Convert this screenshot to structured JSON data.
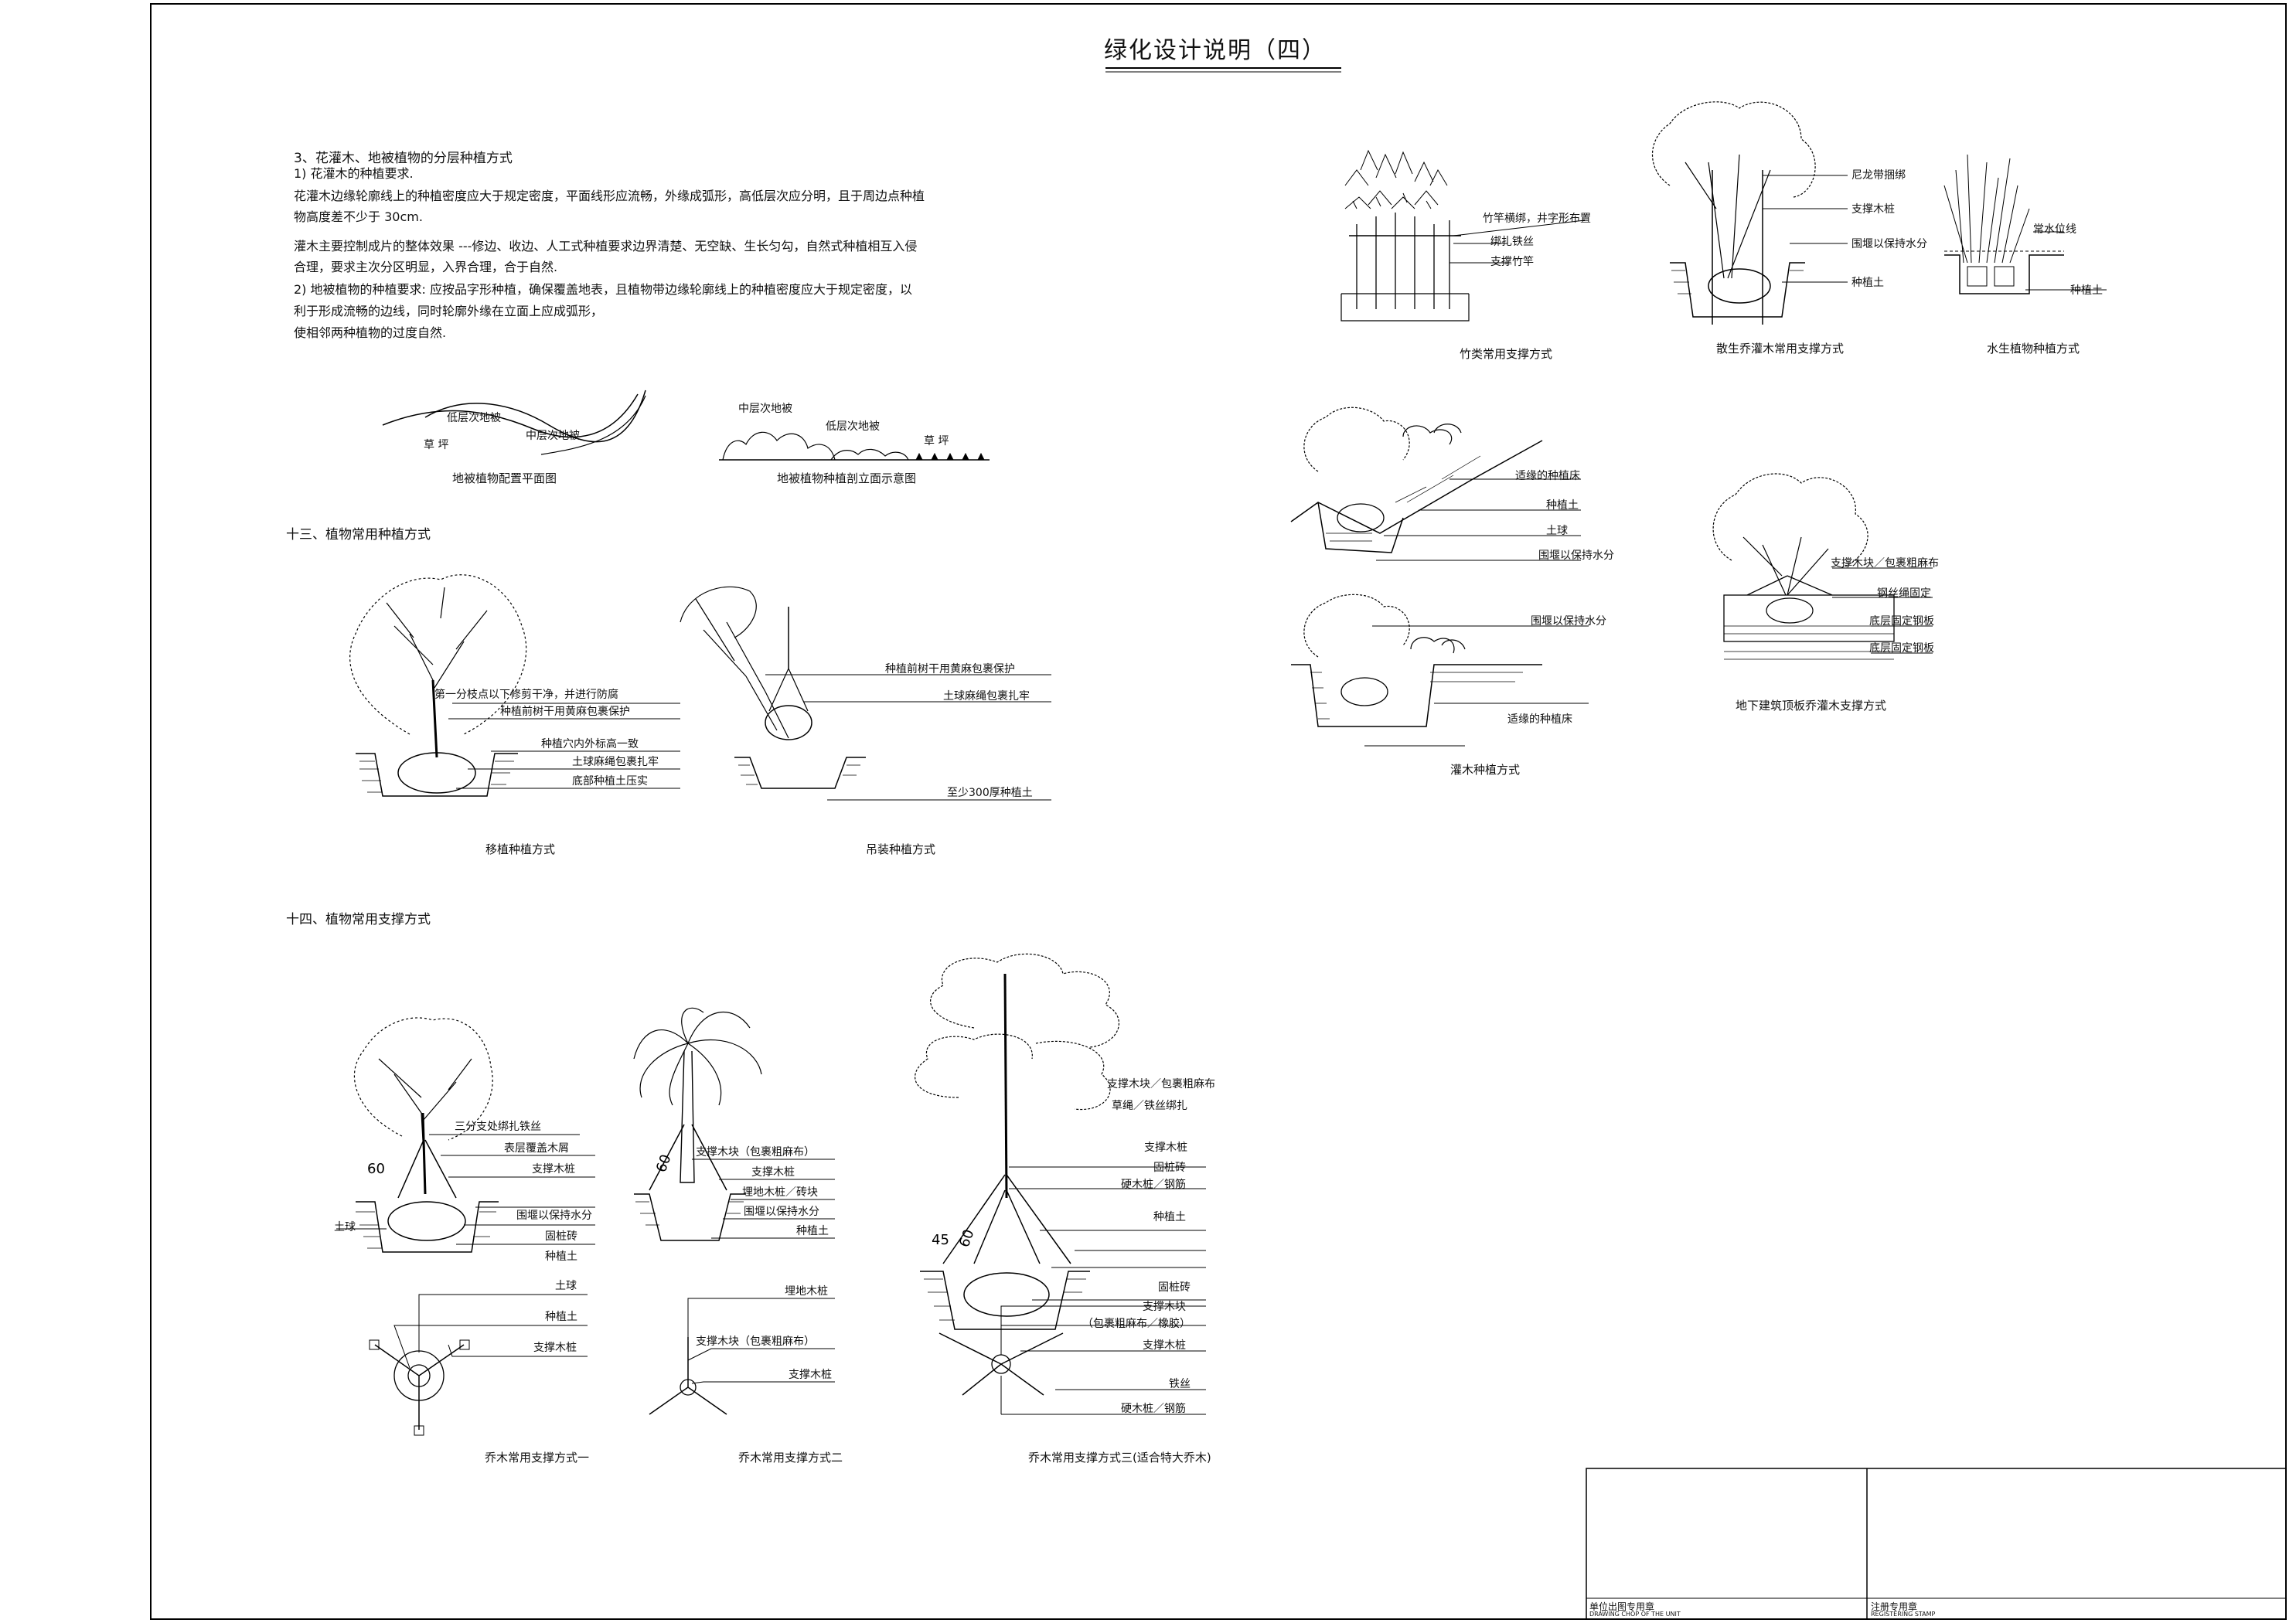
{
  "title": "绿化设计说明（四）",
  "section3": {
    "heading": "3、花灌木、地被植物的分层种植方式",
    "lines": [
      "1) 花灌木的种植要求.",
      "花灌木边缘轮廓线上的种植密度应大于规定密度，平面线形应流畅，外缘成弧形，高低层次应分明，且于周边点种植",
      "物高度差不少于         30cm.",
      "灌木主要控制成片的整体效果          ---修边、收边、人工式种植要求边界清楚、无空缺、生长匀勾，自然式种植相互入侵",
      "合理，要求主次分区明显，入界合理，合于自然.",
      "2) 地被植物的种植要求: 应按品字形种植，确保覆盖地表，且植物带边缘轮廓线上的种植密度应大于规定密度，以",
      "利于形成流畅的边线，同时轮廓外缘在立面上应成弧形，",
      "使相邻两种植物的过度自然."
    ]
  },
  "groundcover": {
    "plan": {
      "caption": "地被植物配置平面图",
      "labels": {
        "low": "低层次地被",
        "mid": "中层次地被",
        "lawn": "草 坪"
      }
    },
    "elevation": {
      "caption": "地被植物种植剖立面示意图",
      "labels": {
        "mid": "中层次地被",
        "low": "低层次地被",
        "lawn": "草 坪"
      }
    }
  },
  "section13": {
    "heading": "十三、植物常用种植方式",
    "transplant": {
      "caption": "移植种植方式",
      "labels": [
        "第一分枝点以下修剪干净，并进行防腐",
        "种植前树干用黄麻包裹保护",
        "种植穴内外标高一致",
        "土球麻绳包裹扎牢",
        "底部种植土压实"
      ]
    },
    "hoisting": {
      "caption": "吊装种植方式",
      "labels": [
        "种植前树干用黄麻包裹保护",
        "土球麻绳包裹扎牢",
        "至少300厚种植土"
      ]
    }
  },
  "section14": {
    "heading": "十四、植物常用支撑方式",
    "method1": {
      "caption": "乔木常用支撑方式一",
      "angle": "60",
      "side_label": "土球",
      "labels": [
        "三分支处绑扎铁丝",
        "表层覆盖木屑",
        "支撑木桩",
        "围堰以保持水分",
        "固桩砖",
        "种植土"
      ],
      "plan_labels": [
        "土球",
        "种植土",
        "支撑木桩"
      ]
    },
    "method2": {
      "caption": "乔木常用支撑方式二",
      "angle": "60",
      "labels": [
        "支撑木块（包裹粗麻布）",
        "支撑木桩",
        "埋地木桩／砖块",
        "围堰以保持水分",
        "种植土"
      ],
      "plan_labels": [
        "埋地木桩",
        "支撑木块（包裹粗麻布）",
        "支撑木桩"
      ]
    },
    "method3": {
      "caption": "乔木常用支撑方式三(适合特大乔木)",
      "angles": [
        "45",
        "60"
      ],
      "labels": [
        "支撑木块／包裹粗麻布",
        "草绳／铁丝绑扎",
        "支撑木桩",
        "固桩砖",
        "硬木桩／钢筋",
        "种植土"
      ],
      "plan_labels": [
        "固桩砖",
        "支撑木块",
        "（包裹粗麻布／橡胶）",
        "支撑木桩",
        "铁丝",
        "硬木桩／钢筋"
      ]
    }
  },
  "right_panel": {
    "bamboo": {
      "caption": "竹类常用支撑方式",
      "labels": [
        "竹竿横绑，井字形布置",
        "绑扎铁丝",
        "支撑竹竿"
      ]
    },
    "cluster": {
      "caption": "散生乔灌木常用支撑方式",
      "labels": [
        "尼龙带捆绑",
        "支撑木桩",
        "围堰以保持水分",
        "种植土"
      ]
    },
    "aquatic": {
      "caption": "水生植物种植方式",
      "labels": [
        "常水位线",
        "种植土"
      ]
    },
    "shrub": {
      "caption": "灌木种植方式",
      "labels_top": [
        "适缘的种植床",
        "种植土",
        "土球",
        "围堰以保持水分"
      ],
      "labels_bottom": [
        "围堰以保持水分",
        "适缘的种植床"
      ]
    },
    "basement": {
      "caption": "地下建筑顶板乔灌木支撑方式",
      "labels": [
        "支撑木块／包裹粗麻布",
        "钢丝绳固定",
        "底层固定钢板",
        "底层固定钢板"
      ]
    }
  },
  "title_block": {
    "left_label": "单位出图专用章",
    "left_sub": "DRAWING CHOP OF THE UNIT",
    "right_label": "注册专用章",
    "right_sub": "REGISTERING STAMP"
  }
}
